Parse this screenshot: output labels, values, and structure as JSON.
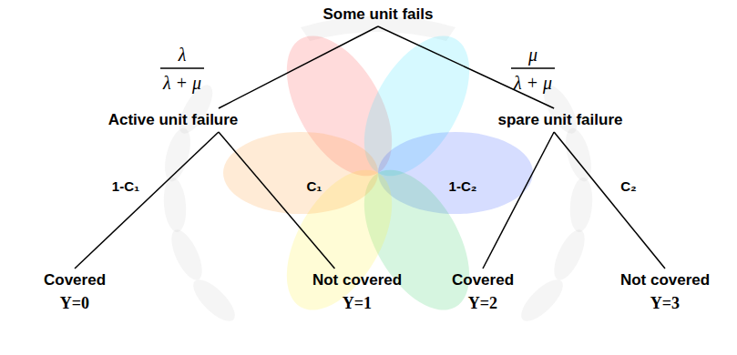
{
  "diagram": {
    "nodes": [
      {
        "text": [
          "Some unit fails"
        ]
      },
      {
        "text": [
          "Active unit failure"
        ]
      },
      {
        "text": [
          "spare unit failure"
        ]
      },
      {
        "text": [
          "Covered",
          "Y=0"
        ]
      },
      {
        "text": [
          "Not covered",
          "Y=1"
        ]
      },
      {
        "text": [
          "Covered",
          "Y=2"
        ]
      },
      {
        "text": [
          "Not covered",
          "Y=3"
        ]
      }
    ],
    "edges": [
      {
        "from": 0,
        "to": 1,
        "arrow": "none"
      },
      {
        "from": 0,
        "to": 2,
        "arrow": "none"
      },
      {
        "from": 1,
        "to": 3,
        "label": "1-C₁",
        "arrow": "none"
      },
      {
        "from": 1,
        "to": 4,
        "label": "C₁",
        "arrow": "none"
      },
      {
        "from": 2,
        "to": 5,
        "label": "1-C₂",
        "arrow": "none"
      },
      {
        "from": 2,
        "to": 6,
        "label": "C₂",
        "arrow": "none"
      }
    ],
    "labels": [
      "λ",
      "λ + μ",
      "μ",
      "λ + μ"
    ]
  }
}
